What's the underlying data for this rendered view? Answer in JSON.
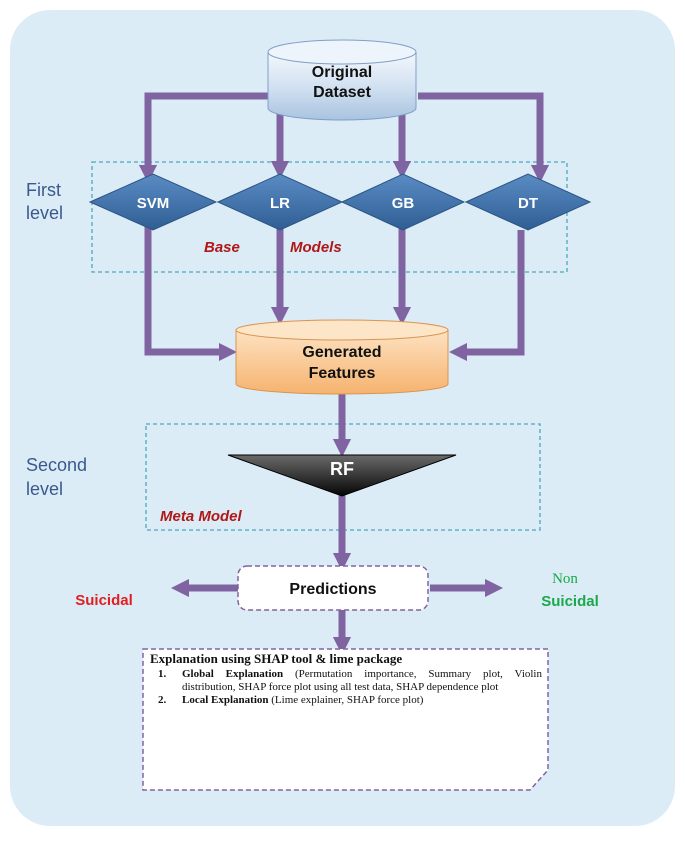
{
  "dataset": {
    "line1": "Original",
    "line2": "Dataset"
  },
  "levels": {
    "first": {
      "line1": "First",
      "line2": "level"
    },
    "second": {
      "line1": "Second",
      "line2": "level"
    }
  },
  "base_models": [
    "SVM",
    "LR",
    "GB",
    "DT"
  ],
  "base_models_label": {
    "word1": "Base",
    "word2": "Models"
  },
  "generated_features": {
    "line1": "Generated",
    "line2": "Features"
  },
  "meta_model": {
    "name": "RF",
    "label": "Meta Model"
  },
  "predictions": "Predictions",
  "outcomes": {
    "left": "Suicidal",
    "right_line1": "Non",
    "right_line2": "Suicidal"
  },
  "explanation": {
    "title": "Explanation using SHAP tool & lime package",
    "items": [
      {
        "num": "1.",
        "heading": "Global Explanation",
        "text": " (Permutation importance, Summary plot, Violin distribution, SHAP force plot using all test data, SHAP dependence plot"
      },
      {
        "num": "2.",
        "heading": "Local Explanation",
        "text": " (Lime explainer, SHAP force plot)"
      }
    ]
  },
  "colors": {
    "background_panel": "#dcecf7",
    "arrow": "#8064a2",
    "diamond": "#3f72a8",
    "dashed_border": "#4aa8c0",
    "features_box": "#f9c995",
    "red_text": "#b01818",
    "green_text": "#1aa84b"
  }
}
